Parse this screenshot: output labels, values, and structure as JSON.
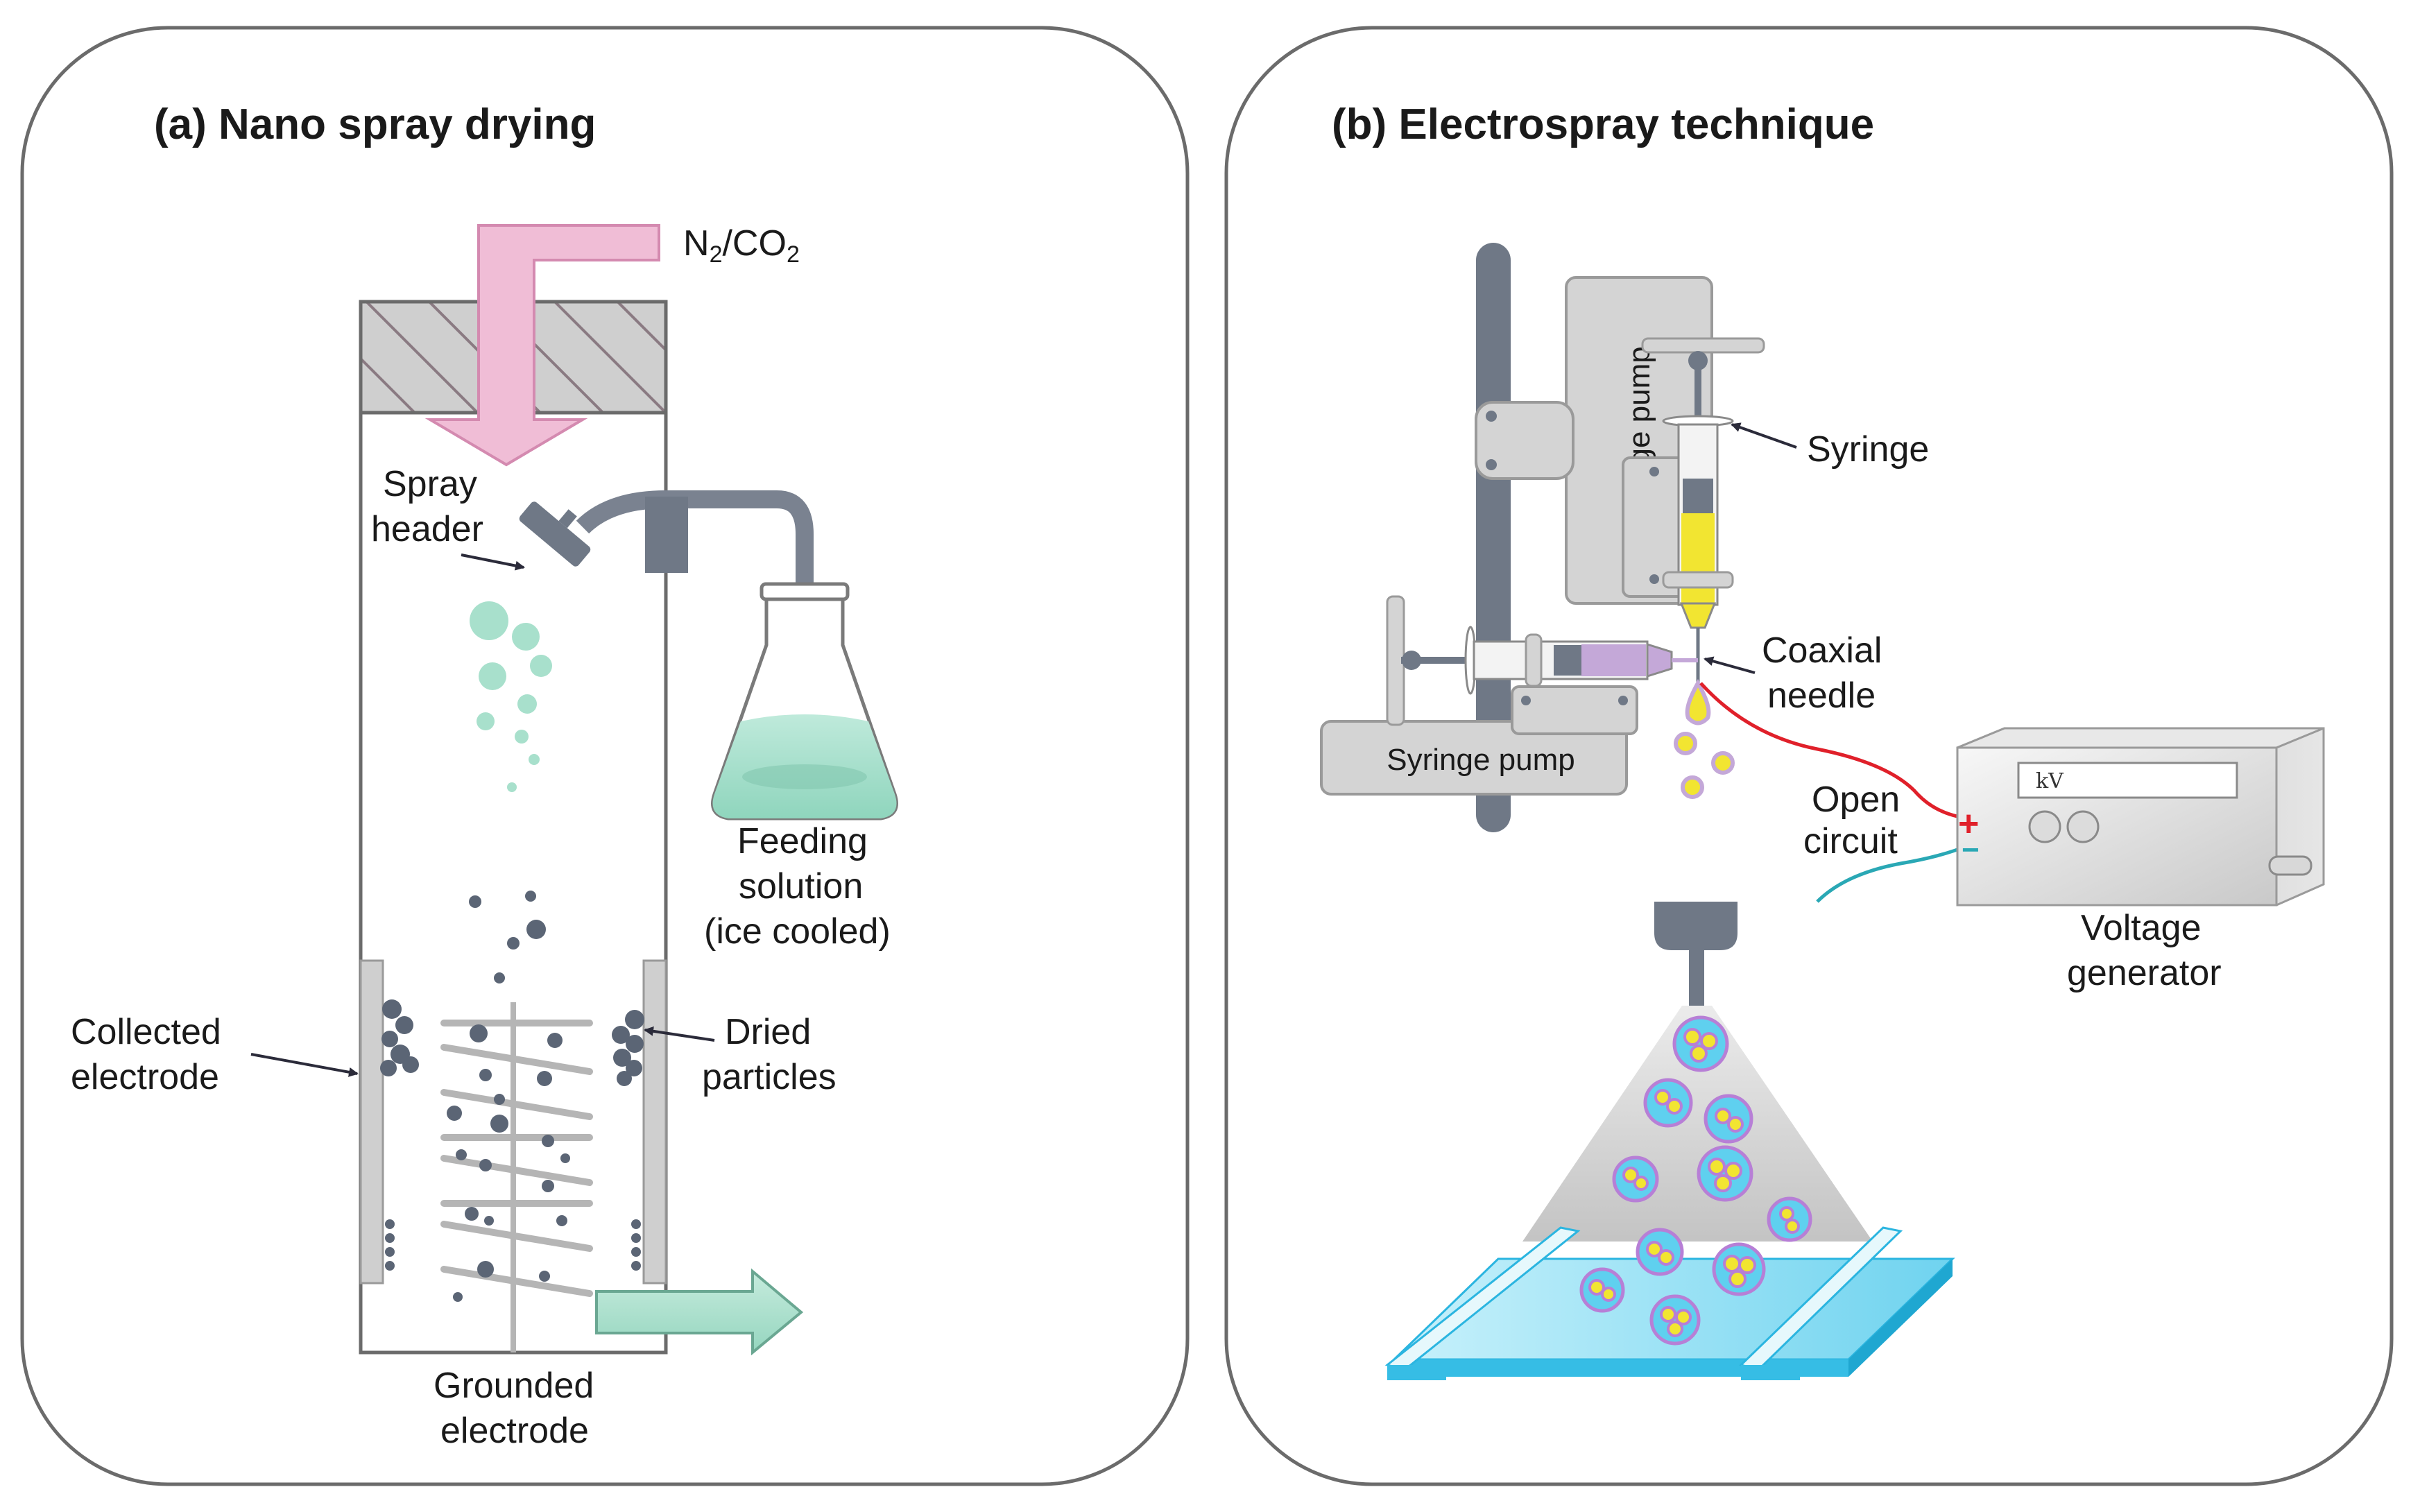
{
  "panel_a": {
    "title": "(a) Nano spray drying",
    "gas_main": "N",
    "gas_sub1": "2",
    "gas_mid": "/CO",
    "gas_sub2": "2",
    "spray_header": [
      "Spray",
      "header"
    ],
    "feeding_solution": [
      "Feeding",
      "solution",
      "(ice cooled)"
    ],
    "collected_electrode": [
      "Collected",
      "electrode"
    ],
    "dried_particles": [
      "Dried",
      "particles"
    ],
    "grounded_electrode": [
      "Grounded",
      "electrode"
    ]
  },
  "panel_b": {
    "title": "(b) Electrospray technique",
    "syringe_pump_vertical": "Syringe pump",
    "syringe_pump_horizontal": "Syringe pump",
    "syringe": "Syringe",
    "coaxial_needle": [
      "Coaxial",
      "needle"
    ],
    "open_circuit": [
      "Open",
      "circuit"
    ],
    "voltage_generator": [
      "Voltage",
      "generator"
    ],
    "display_unit": "kV",
    "plus_sign": "+",
    "minus_sign": "−"
  },
  "colors": {
    "panel_border": "#6b6b6b",
    "gas_arrow": "#f0bdd6",
    "mint": "#a8e0cc",
    "particle_dark": "#5b6575",
    "yellow": "#f2e531",
    "lavender": "#c4a8d8",
    "cyan_plate": "#5fd0ef",
    "wire_red": "#e0202a",
    "wire_teal": "#2aa8b5"
  }
}
